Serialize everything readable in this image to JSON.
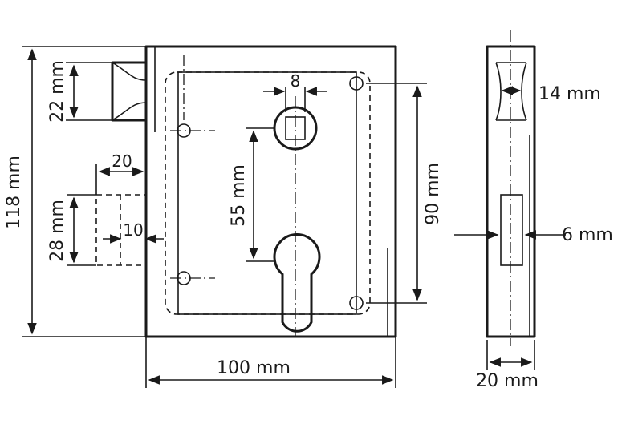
{
  "dimensions": {
    "overall_height": "118 mm",
    "latch_height": "22 mm",
    "bolt_height": "28 mm",
    "bolt_offset": "20",
    "bolt_depth": "10",
    "spindle_size": "8",
    "centre_distance": "55 mm",
    "fixing_height": "90 mm",
    "body_width": "100 mm",
    "side_latch_width": "14 mm",
    "faceplate_thickness": "6 mm",
    "side_depth": "20 mm"
  }
}
